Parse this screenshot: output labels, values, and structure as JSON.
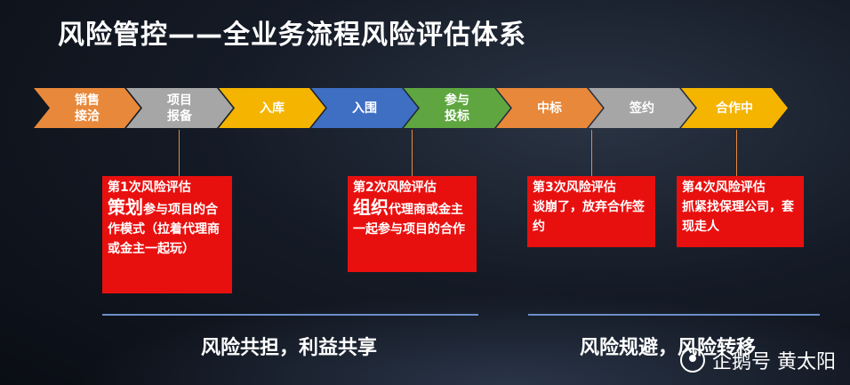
{
  "title": "风险管控——全业务流程风险评估体系",
  "steps": [
    {
      "line1": "销售",
      "line2": "接洽",
      "color": "#e8883a"
    },
    {
      "line1": "项目",
      "line2": "报备",
      "color": "#a6a6a6"
    },
    {
      "line1": "入库",
      "line2": "",
      "color": "#f4b400"
    },
    {
      "line1": "入围",
      "line2": "",
      "color": "#3f6fc2"
    },
    {
      "line1": "参与",
      "line2": "投标",
      "color": "#5fa640"
    },
    {
      "line1": "中标",
      "line2": "",
      "color": "#e8883a"
    },
    {
      "line1": "签约",
      "line2": "",
      "color": "#a6a6a6"
    },
    {
      "line1": "合作中",
      "line2": "",
      "color": "#f4b400"
    }
  ],
  "assessments": [
    {
      "heading": "第1次风险评估",
      "big": "策划",
      "text": "参与项目的合作模式（拉着代理商或金主一起玩）"
    },
    {
      "heading": "第2次风险评估",
      "big": "组织",
      "text": "代理商或金主一起参与项目的合作"
    },
    {
      "heading": "第3次风险评估",
      "big": "",
      "text": "谈崩了，放弃合作签约"
    },
    {
      "heading": "第4次风险评估",
      "big": "",
      "text": "抓紧找保理公司，套现走人"
    }
  ],
  "bottom": {
    "left": "风险共担，利益共享",
    "right": "风险规避，风险转移"
  },
  "watermark": "企鹅号 黄太阳"
}
